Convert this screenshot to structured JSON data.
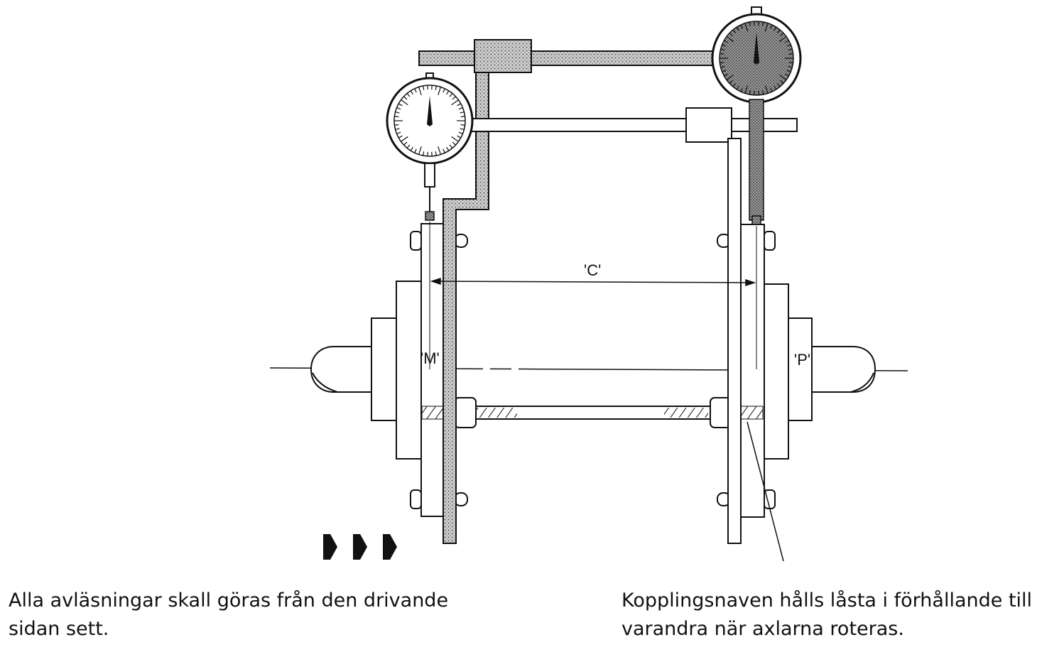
{
  "diagram": {
    "labels": {
      "c": "'C'",
      "m": "'M'",
      "p": "'P'"
    },
    "arrow_count": 3
  },
  "captions": {
    "left_line1": "Alla avläsningar skall göras från den drivande",
    "left_line2": "sidan sett.",
    "right_line1": "Kopplingsnaven hålls låsta i förhållande till",
    "right_line2": "varandra när axlarna roteras."
  }
}
